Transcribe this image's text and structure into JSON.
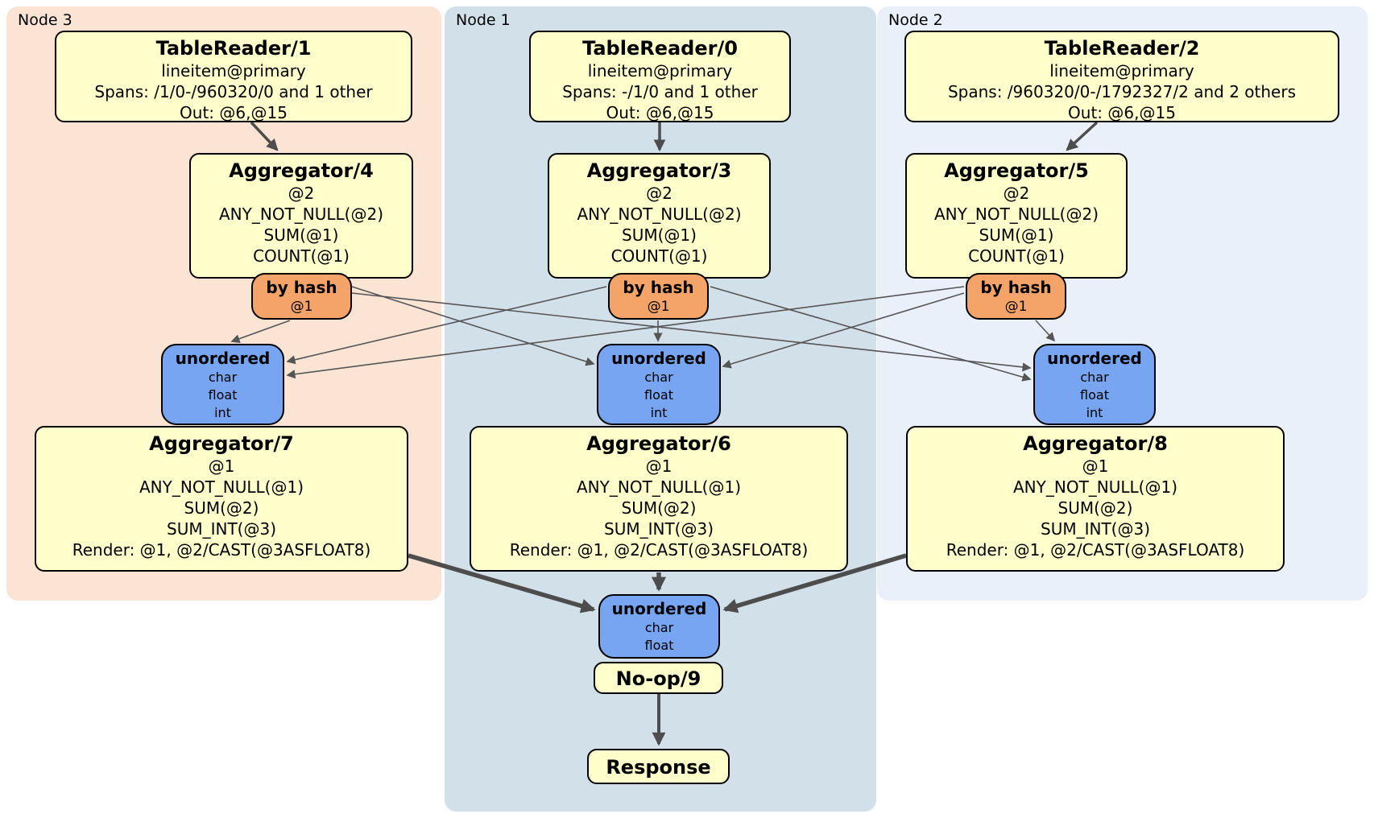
{
  "regions": {
    "node3": {
      "label": "Node 3"
    },
    "node1": {
      "label": "Node 1"
    },
    "node2": {
      "label": "Node 2"
    }
  },
  "processors": {
    "table_reader_1": {
      "title": "TableReader/1",
      "lines": [
        "lineitem@primary",
        "Spans: /1/0-/960320/0 and 1 other",
        "Out: @6,@15"
      ]
    },
    "table_reader_0": {
      "title": "TableReader/0",
      "lines": [
        "lineitem@primary",
        "Spans: -/1/0 and 1 other",
        "Out: @6,@15"
      ]
    },
    "table_reader_2": {
      "title": "TableReader/2",
      "lines": [
        "lineitem@primary",
        "Spans: /960320/0-/1792327/2 and 2 others",
        "Out: @6,@15"
      ]
    },
    "aggregator_4": {
      "title": "Aggregator/4",
      "lines": [
        "@2",
        "ANY_NOT_NULL(@2)",
        "SUM(@1)",
        "COUNT(@1)"
      ]
    },
    "aggregator_3": {
      "title": "Aggregator/3",
      "lines": [
        "@2",
        "ANY_NOT_NULL(@2)",
        "SUM(@1)",
        "COUNT(@1)"
      ]
    },
    "aggregator_5": {
      "title": "Aggregator/5",
      "lines": [
        "@2",
        "ANY_NOT_NULL(@2)",
        "SUM(@1)",
        "COUNT(@1)"
      ]
    },
    "aggregator_7": {
      "title": "Aggregator/7",
      "lines": [
        "@1",
        "ANY_NOT_NULL(@1)",
        "SUM(@2)",
        "SUM_INT(@3)",
        "Render: @1, @2/CAST(@3ASFLOAT8)"
      ]
    },
    "aggregator_6": {
      "title": "Aggregator/6",
      "lines": [
        "@1",
        "ANY_NOT_NULL(@1)",
        "SUM(@2)",
        "SUM_INT(@3)",
        "Render: @1, @2/CAST(@3ASFLOAT8)"
      ]
    },
    "aggregator_8": {
      "title": "Aggregator/8",
      "lines": [
        "@1",
        "ANY_NOT_NULL(@1)",
        "SUM(@2)",
        "SUM_INT(@3)",
        "Render: @1, @2/CAST(@3ASFLOAT8)"
      ]
    },
    "noop_9": {
      "title": "No-op/9"
    },
    "response": {
      "title": "Response"
    }
  },
  "routers": {
    "by_hash": {
      "title": "by hash",
      "detail": "@1"
    }
  },
  "syncs": {
    "unordered_in": {
      "title": "unordered",
      "columns": [
        "char",
        "float",
        "int"
      ]
    },
    "unordered_final": {
      "title": "unordered",
      "columns": [
        "char",
        "float"
      ]
    }
  },
  "colors": {
    "node3_bg": "#fce4d4",
    "node1_bg": "#d2e0e9",
    "node2_bg": "#eaf0fa",
    "processor_bg": "#ffffcc",
    "router_bg": "#f4a469",
    "sync_bg": "#77a5f1",
    "edge": "#4d4d4d",
    "border": "#000000"
  }
}
